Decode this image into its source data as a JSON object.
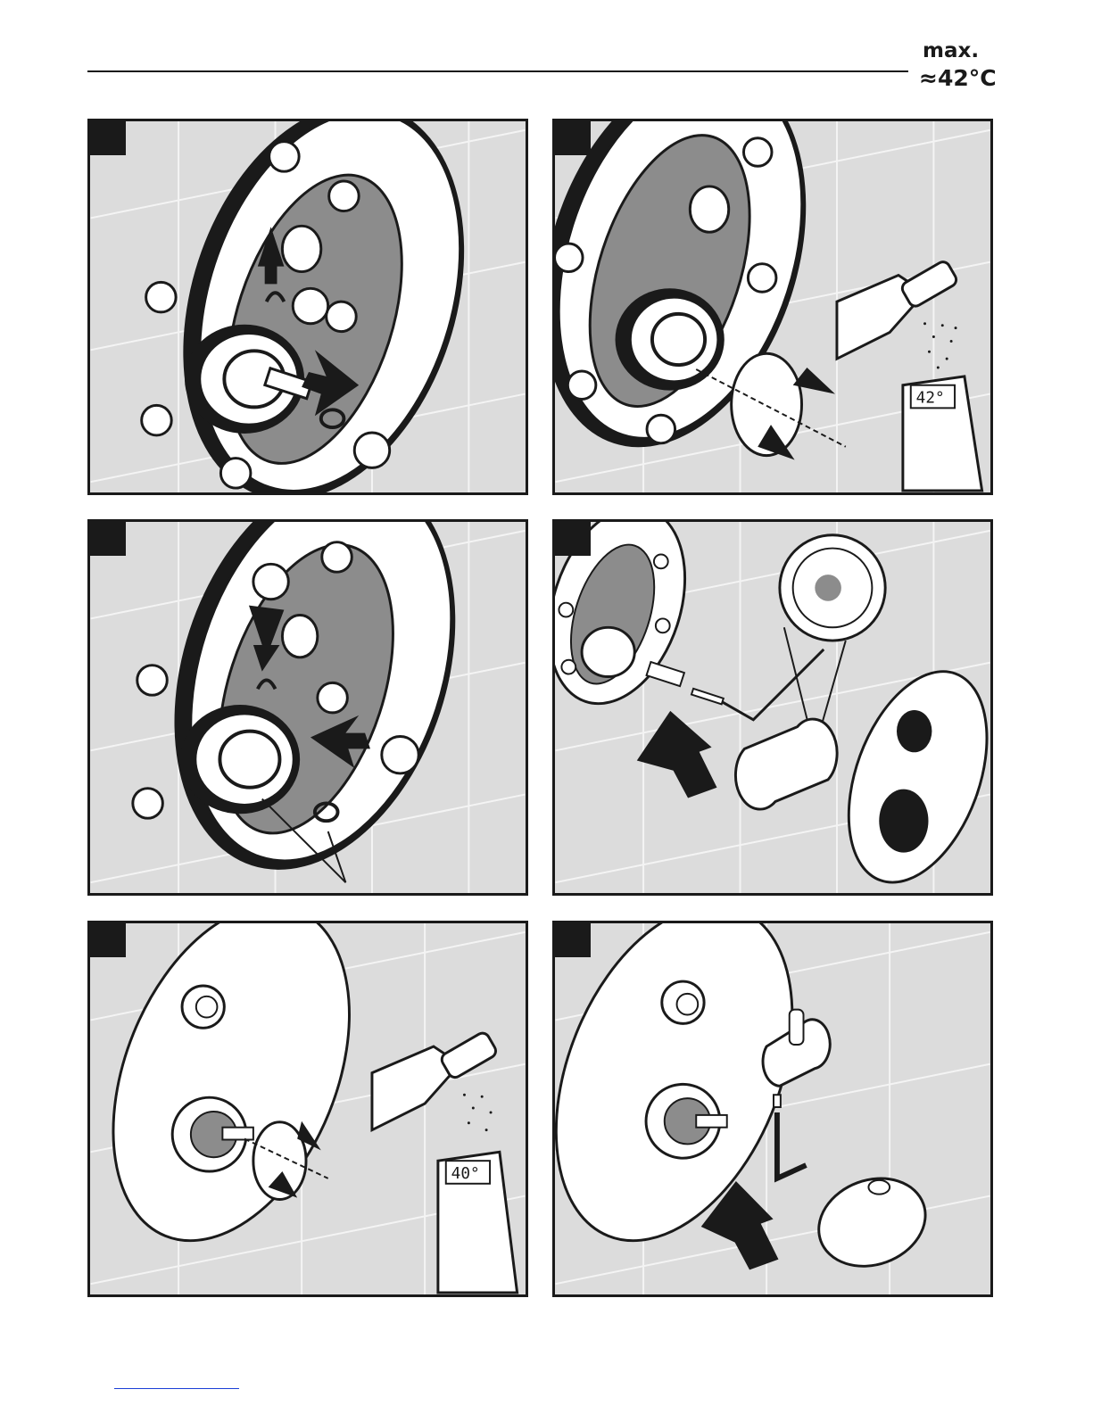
{
  "header": {
    "max_label": "max.",
    "temperature_label": "≈42°C"
  },
  "panels": [
    {
      "id": "p1",
      "callouts": [
        "",
        ""
      ]
    },
    {
      "id": "p2",
      "thermometer_reading": "42°"
    },
    {
      "id": "p3",
      "callouts": [
        "",
        ""
      ]
    },
    {
      "id": "p4"
    },
    {
      "id": "p5",
      "thermometer_reading": "40°"
    },
    {
      "id": "p6"
    }
  ],
  "colors": {
    "tile": "#dcdcdc",
    "grout": "#f4f4f4",
    "ink": "#1a1a1a",
    "recess": "#8c8c8c"
  }
}
